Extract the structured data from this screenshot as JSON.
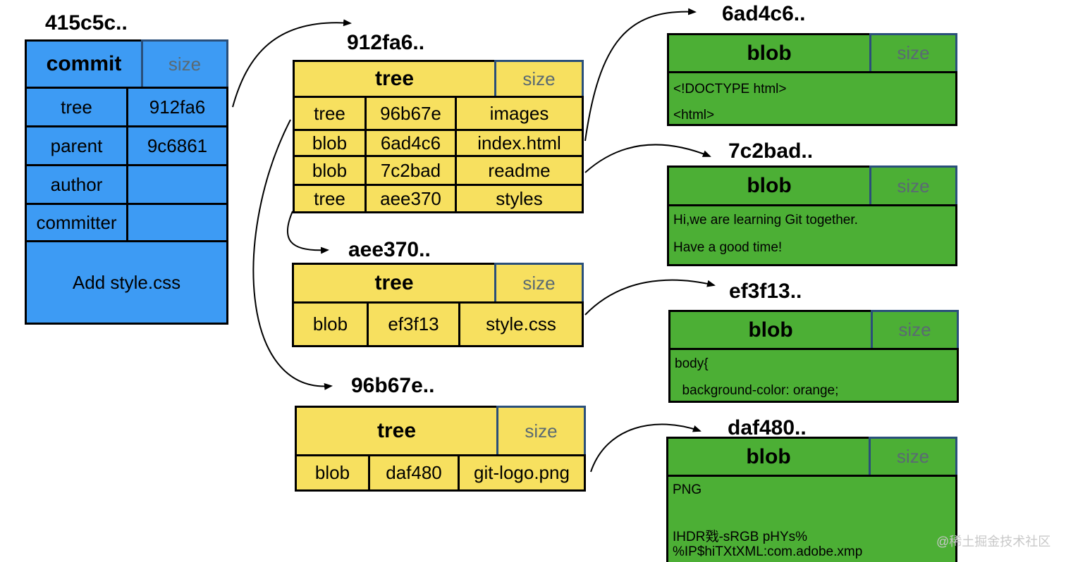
{
  "commit": {
    "hash": "415c5c..",
    "type": "commit",
    "size": "size",
    "rows": [
      {
        "key": "tree",
        "value": "912fa6"
      },
      {
        "key": "parent",
        "value": "9c6861"
      },
      {
        "key": "author",
        "value": ""
      },
      {
        "key": "committer",
        "value": ""
      }
    ],
    "message": "Add style.css"
  },
  "trees": [
    {
      "hash": "912fa6..",
      "type": "tree",
      "size": "size",
      "entries": [
        {
          "type": "tree",
          "hash": "96b67e",
          "name": "images"
        },
        {
          "type": "blob",
          "hash": "6ad4c6",
          "name": "index.html"
        },
        {
          "type": "blob",
          "hash": "7c2bad",
          "name": "readme"
        },
        {
          "type": "tree",
          "hash": "aee370",
          "name": "styles"
        }
      ]
    },
    {
      "hash": "aee370..",
      "type": "tree",
      "size": "size",
      "entries": [
        {
          "type": "blob",
          "hash": "ef3f13",
          "name": "style.css"
        }
      ]
    },
    {
      "hash": "96b67e..",
      "type": "tree",
      "size": "size",
      "entries": [
        {
          "type": "blob",
          "hash": "daf480",
          "name": "git-logo.png"
        }
      ]
    }
  ],
  "blobs": [
    {
      "hash": "6ad4c6..",
      "type": "blob",
      "size": "size",
      "lines": [
        "<!DOCTYPE html>",
        "<html>"
      ]
    },
    {
      "hash": "7c2bad..",
      "type": "blob",
      "size": "size",
      "lines": [
        "Hi,we are learning Git together.",
        "Have a good time!"
      ]
    },
    {
      "hash": "ef3f13..",
      "type": "blob",
      "size": "size",
      "lines": [
        "body{",
        "  background-color: orange;"
      ]
    },
    {
      "hash": "daf480..",
      "type": "blob",
      "size": "size",
      "lines": [
        "PNG",
        "",
        "IHDR戣-sRGB pHYs%",
        "%IP$hiTXtXML:com.adobe.xmp"
      ]
    }
  ],
  "watermark": "@稀土掘金技术社区",
  "colors": {
    "commit": "#3d9bf4",
    "tree": "#f7e05f",
    "blob": "#4caf35"
  }
}
